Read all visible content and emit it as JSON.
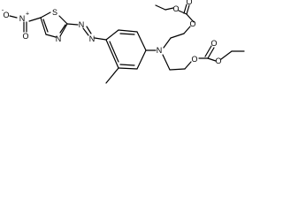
{
  "molecule": {
    "atoms": {
      "nitro_o_minus": "O",
      "nitro_o_minus_charge": "-",
      "nitro_n": "N",
      "nitro_n_charge": "+",
      "nitro_o_double": "O",
      "thiazole_s": "S",
      "thiazole_n": "N",
      "azo_n1": "N",
      "azo_n2": "N",
      "amine_n": "N",
      "upper_o_ether": "O",
      "upper_o_carbonyl": "O",
      "upper_o_ethyl": "O",
      "lower_o_ether": "O",
      "lower_o_carbonyl": "O",
      "lower_o_ethyl": "O"
    },
    "colors": {
      "bond": "#000000",
      "background": "#ffffff"
    }
  }
}
